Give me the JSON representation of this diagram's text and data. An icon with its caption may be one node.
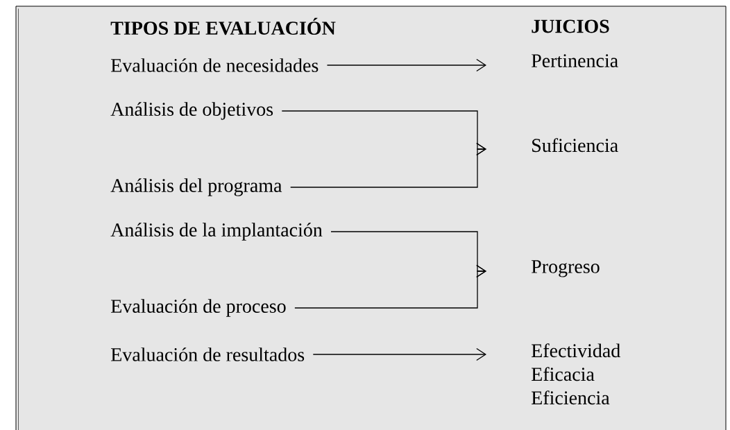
{
  "diagram": {
    "nodes": [
      {
        "text": [
          "Evaluación de necesidades"
        ]
      },
      {
        "text": [
          "Pertinencia"
        ]
      },
      {
        "text": [
          "Análisis de objetivos"
        ]
      },
      {
        "text": [
          "Suficiencia"
        ]
      },
      {
        "text": [
          "Análisis del programa"
        ]
      },
      {
        "text": [
          "Análisis de la implantación"
        ]
      },
      {
        "text": [
          "Progreso"
        ]
      },
      {
        "text": [
          "Evaluación de proceso"
        ]
      },
      {
        "text": [
          "Evaluación de resultados"
        ]
      },
      {
        "text": [
          "Efectividad",
          "Eficacia",
          "Eficiencia"
        ]
      }
    ],
    "edges": [
      {
        "from": 0,
        "to": 1,
        "arrow": "to"
      },
      {
        "from": 2,
        "to": 3,
        "arrow": "to"
      },
      {
        "from": 4,
        "to": 3,
        "arrow": "to"
      },
      {
        "from": 5,
        "to": 6,
        "arrow": "to"
      },
      {
        "from": 7,
        "to": 6,
        "arrow": "to"
      },
      {
        "from": 8,
        "to": 9,
        "arrow": "to"
      }
    ],
    "labels": [
      "TIPOS DE EVALUACIÓN",
      "JUICIOS"
    ]
  }
}
